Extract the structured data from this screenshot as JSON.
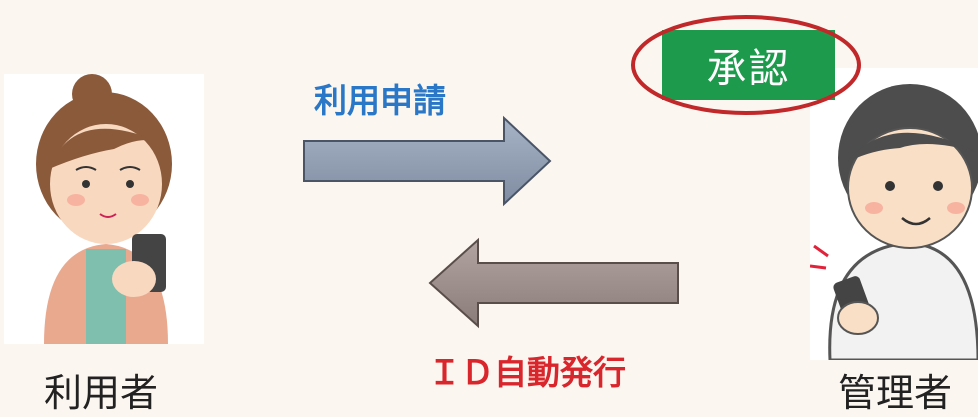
{
  "labels": {
    "request": "利用申請",
    "issue": "ＩＤ自動発行",
    "approve": "承認",
    "user": "利用者",
    "admin": "管理者"
  },
  "colors": {
    "request_text": "#2a77c7",
    "issue_text": "#d8262c",
    "approve_bg": "#1e9a4c",
    "approve_ring": "#c0282a",
    "arrow_right": "#8a98ad",
    "arrow_left": "#9a8a86"
  }
}
